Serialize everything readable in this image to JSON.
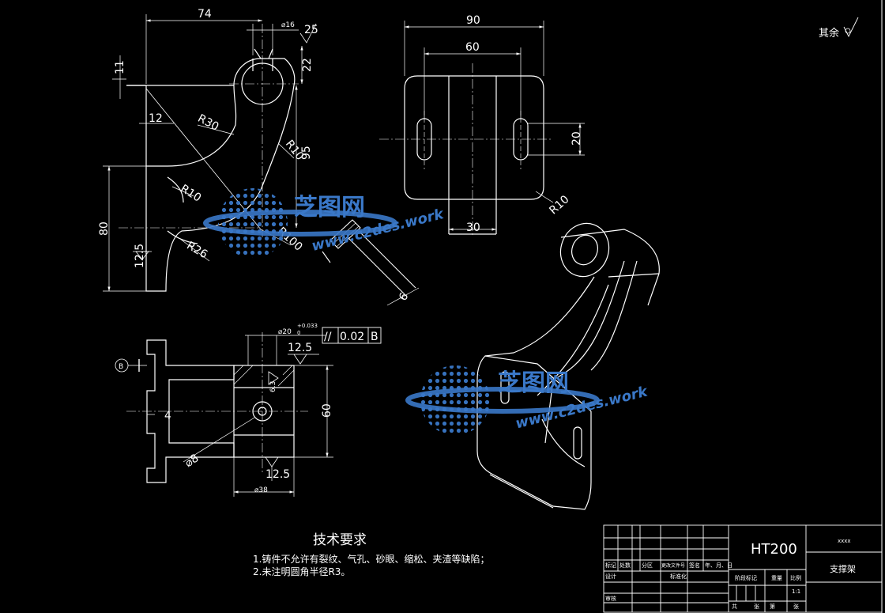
{
  "top_view": {
    "dim_74": "74",
    "dim_phi16": "⌀16",
    "roughness_25": "25",
    "dim_22": "22",
    "dim_11": "11",
    "dim_12": "12",
    "dim_r30": "R30",
    "dim_r10_a": "R10",
    "dim_95": "95",
    "dim_r10_b": "R10",
    "dim_80": "80",
    "roughness_125": "12.5",
    "dim_r26": "R26",
    "dim_r100": "R100"
  },
  "side_view": {
    "dim_90": "90",
    "dim_60": "60",
    "dim_20": "20",
    "dim_r10": "R10",
    "dim_30": "30"
  },
  "section_detail": {
    "dim_6": "6"
  },
  "front_view": {
    "datum_b": "B",
    "dim_phi20": "⌀20",
    "tol_upper": "+0.033",
    "tol_lower": "0",
    "tol_symbol": "//",
    "tol_value": "0.02",
    "tol_datum": "B",
    "roughness_125_top": "12.5",
    "roughness_63": "6.3",
    "dim_4": "4",
    "dim_60": "60",
    "dim_phi8": "⌀8",
    "roughness_125_bottom": "12.5",
    "dim_phi38": "⌀38"
  },
  "surface_note": "其余",
  "watermark": {
    "brand": "芝图网",
    "url": "www.c2des.work"
  },
  "tech_requirements": {
    "title": "技术要求",
    "items": [
      "1.铸件不允许有裂纹、气孔、砂眼、缩松、夹渣等缺陷；",
      "2.未注明圆角半径R3。"
    ]
  },
  "title_block": {
    "material": "HT200",
    "code": "xxxx",
    "part_name": "支撑架",
    "row_headers": [
      "标记",
      "处数",
      "分区",
      "更改文件号",
      "签名",
      "年、月、日"
    ],
    "design": "设计",
    "standard": "标准化",
    "stage_mark": "阶段标记",
    "weight": "重量",
    "scale_label": "比例",
    "scale_value": "1:1",
    "review": "审核",
    "sheet_total": "共",
    "sheet": "张",
    "sheet_no": "第"
  },
  "colors": {
    "background": "#000000",
    "lines": "#ffffff",
    "watermark": "#3a78c8"
  }
}
